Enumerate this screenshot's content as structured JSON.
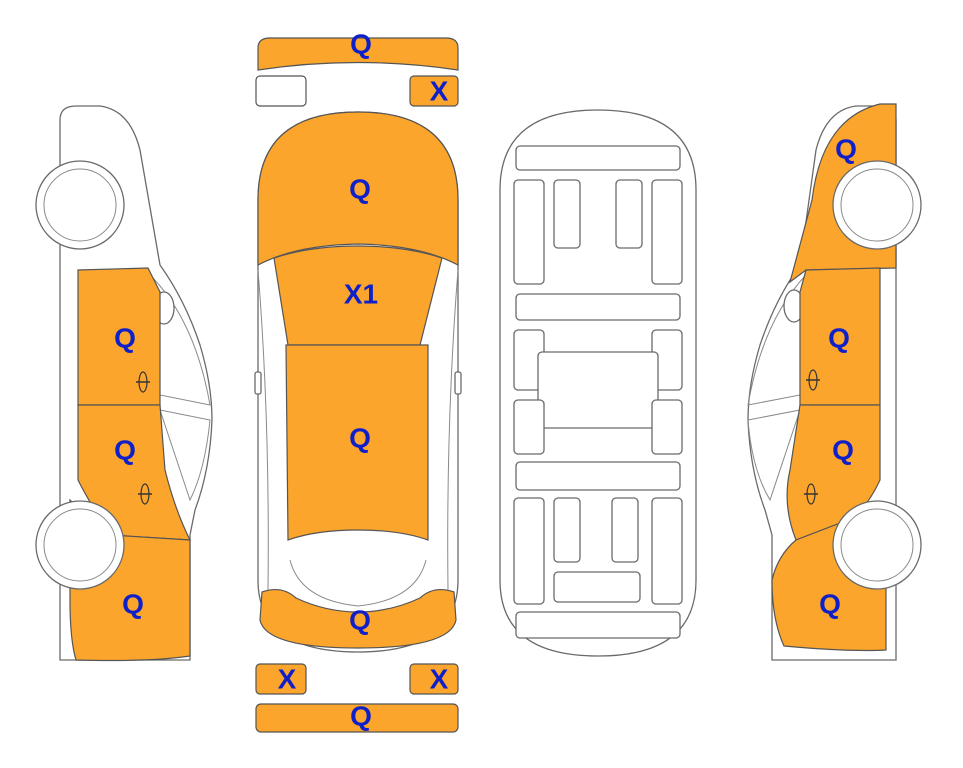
{
  "colors": {
    "damaged": "#FBA52C",
    "undamaged": "#FFFFFF",
    "label": "#1020C8",
    "outline": "#6A6A6A"
  },
  "panels": {
    "front_bumper": {
      "code": "Q",
      "status": "damaged"
    },
    "headlight_left": {
      "code": "",
      "status": "undamaged"
    },
    "headlight_right": {
      "code": "X",
      "status": "damaged"
    },
    "hood": {
      "code": "Q",
      "status": "damaged"
    },
    "windshield": {
      "code": "X1",
      "status": "damaged"
    },
    "roof": {
      "code": "Q",
      "status": "damaged"
    },
    "trunk": {
      "code": "Q",
      "status": "damaged"
    },
    "taillight_left": {
      "code": "X",
      "status": "damaged"
    },
    "taillight_right": {
      "code": "X",
      "status": "damaged"
    },
    "rear_bumper": {
      "code": "Q",
      "status": "damaged"
    },
    "left_front_door": {
      "code": "Q",
      "status": "damaged"
    },
    "left_rear_door": {
      "code": "Q",
      "status": "damaged"
    },
    "left_rear_quarter": {
      "code": "Q",
      "status": "damaged"
    },
    "right_front_fender": {
      "code": "Q",
      "status": "damaged"
    },
    "right_front_door": {
      "code": "Q",
      "status": "damaged"
    },
    "right_rear_door": {
      "code": "Q",
      "status": "damaged"
    },
    "right_rear_quarter": {
      "code": "Q",
      "status": "damaged"
    }
  }
}
